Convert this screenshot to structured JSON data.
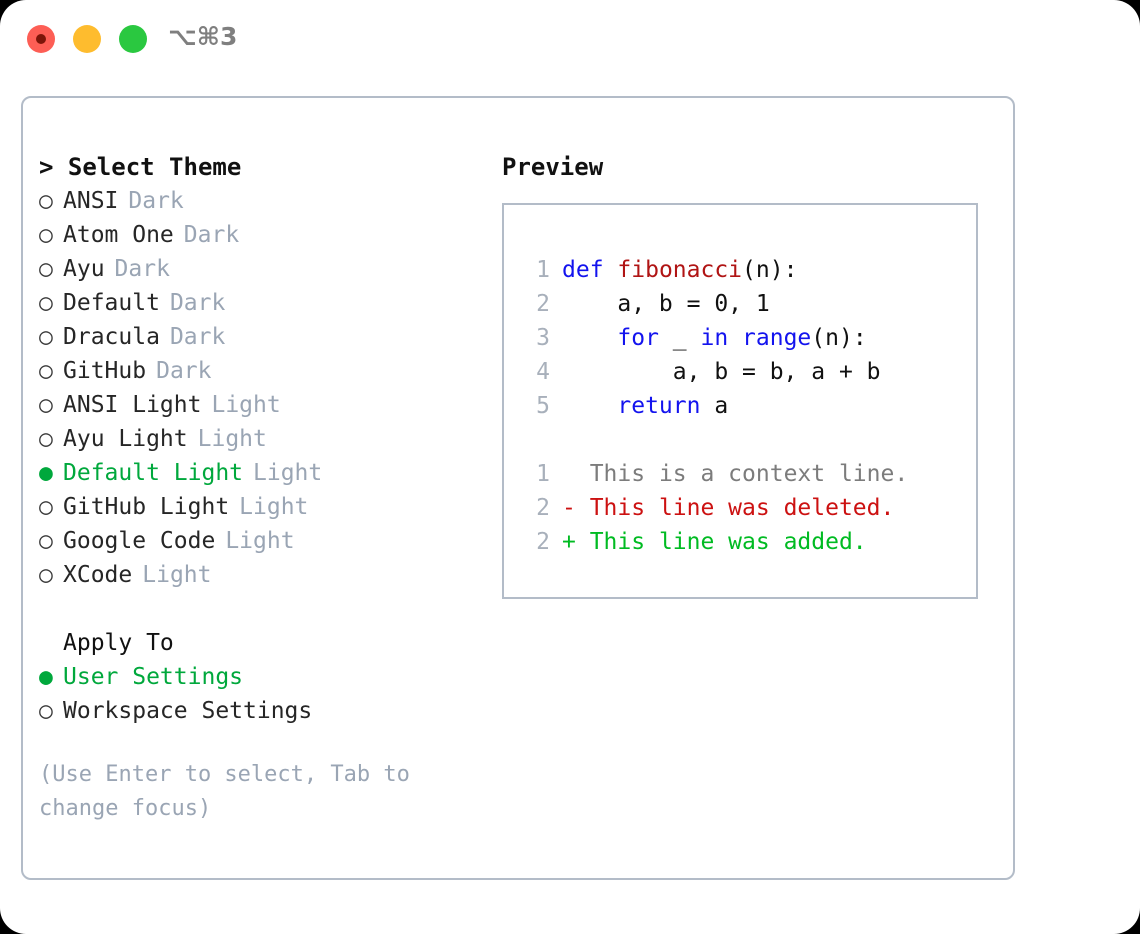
{
  "titlebar": {
    "shortcut": "⌥⌘3",
    "buttons": [
      {
        "name": "close",
        "color": "#fd5e55"
      },
      {
        "name": "minimize",
        "color": "#febc2e"
      },
      {
        "name": "zoom",
        "color": "#2ac840"
      }
    ]
  },
  "theme_picker": {
    "header": "> Select Theme",
    "marker_unselected": "○",
    "marker_selected": "●",
    "selected_color": "#00a83c",
    "muted_color": "#9aa5b4",
    "items": [
      {
        "marker": "○",
        "name": "ANSI",
        "category": "Dark",
        "selected": false
      },
      {
        "marker": "○",
        "name": "Atom One",
        "category": "Dark",
        "selected": false
      },
      {
        "marker": "○",
        "name": "Ayu",
        "category": "Dark",
        "selected": false
      },
      {
        "marker": "○",
        "name": "Default",
        "category": "Dark",
        "selected": false
      },
      {
        "marker": "○",
        "name": "Dracula",
        "category": "Dark",
        "selected": false
      },
      {
        "marker": "○",
        "name": "GitHub",
        "category": "Dark",
        "selected": false
      },
      {
        "marker": "○",
        "name": "ANSI Light",
        "category": "Light",
        "selected": false
      },
      {
        "marker": "○",
        "name": "Ayu Light",
        "category": "Light",
        "selected": false
      },
      {
        "marker": "●",
        "name": "Default Light",
        "category": "Light",
        "selected": true
      },
      {
        "marker": "○",
        "name": "GitHub Light",
        "category": "Light",
        "selected": false
      },
      {
        "marker": "○",
        "name": "Google Code",
        "category": "Light",
        "selected": false
      },
      {
        "marker": "○",
        "name": "XCode",
        "category": "Light",
        "selected": false
      }
    ]
  },
  "apply_to": {
    "header": "Apply To",
    "items": [
      {
        "marker": "●",
        "name": "User Settings",
        "selected": true
      },
      {
        "marker": "○",
        "name": "Workspace Settings",
        "selected": false
      }
    ]
  },
  "help_text": "(Use Enter to select, Tab to change focus)",
  "preview": {
    "title": "Preview",
    "code_lines": [
      {
        "no": "1",
        "indent": "",
        "tokens": [
          {
            "t": "def",
            "c": "kw"
          },
          {
            "t": " ",
            "c": "pl"
          },
          {
            "t": "fibonacci",
            "c": "fn"
          },
          {
            "t": "(n):",
            "c": "pl"
          }
        ]
      },
      {
        "no": "2",
        "indent": "    ",
        "tokens": [
          {
            "t": "a, b = 0, 1",
            "c": "pl"
          }
        ]
      },
      {
        "no": "3",
        "indent": "    ",
        "tokens": [
          {
            "t": "for",
            "c": "kw"
          },
          {
            "t": " _ ",
            "c": "pl"
          },
          {
            "t": "in",
            "c": "kw"
          },
          {
            "t": " ",
            "c": "pl"
          },
          {
            "t": "range",
            "c": "kw"
          },
          {
            "t": "(n):",
            "c": "pl"
          }
        ]
      },
      {
        "no": "4",
        "indent": "        ",
        "tokens": [
          {
            "t": "a, b = b, a + b",
            "c": "pl"
          }
        ]
      },
      {
        "no": "5",
        "indent": "    ",
        "tokens": [
          {
            "t": "return",
            "c": "kw"
          },
          {
            "t": " a",
            "c": "pl"
          }
        ]
      }
    ],
    "diff_lines": [
      {
        "no": "1",
        "sign": "  ",
        "text": "This is a context line.",
        "kind": "ctx"
      },
      {
        "no": "2",
        "sign": "- ",
        "text": "This line was deleted.",
        "kind": "del"
      },
      {
        "no": "2",
        "sign": "+ ",
        "text": "This line was added.",
        "kind": "add"
      }
    ],
    "colors": {
      "keyword": "#1313ee",
      "function": "#b01414",
      "plain": "#111111",
      "lineno": "#a8b0bb",
      "diff_context": "#7c7c7c",
      "diff_deleted": "#cc1111",
      "diff_added": "#00bb22"
    }
  }
}
